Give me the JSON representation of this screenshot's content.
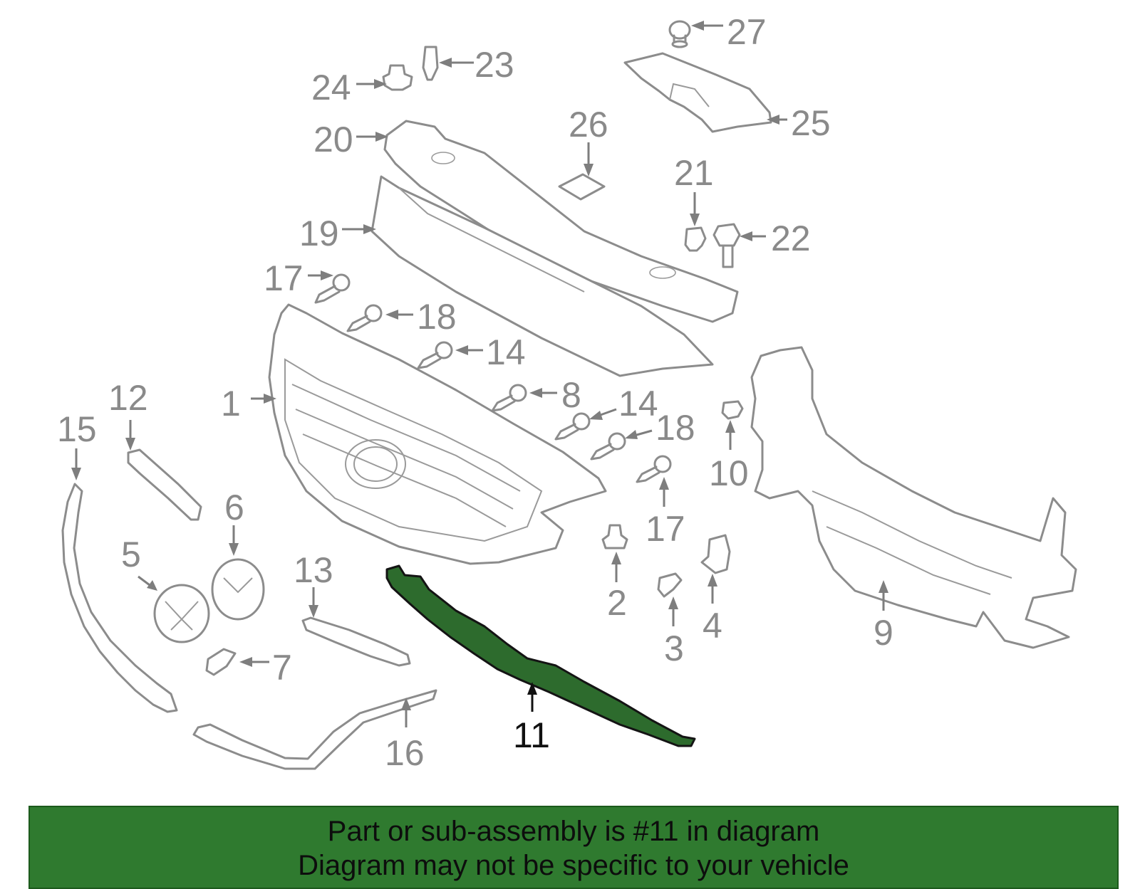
{
  "callouts": {
    "c1": "1",
    "c2": "2",
    "c3": "3",
    "c4": "4",
    "c5": "5",
    "c6": "6",
    "c7": "7",
    "c8": "8",
    "c9": "9",
    "c10": "10",
    "c11": "11",
    "c12": "12",
    "c13": "13",
    "c14a": "14",
    "c14b": "14",
    "c15": "15",
    "c16": "16",
    "c17a": "17",
    "c17b": "17",
    "c18a": "18",
    "c18b": "18",
    "c19": "19",
    "c20": "20",
    "c21": "21",
    "c22": "22",
    "c23": "23",
    "c24": "24",
    "c25": "25",
    "c26": "26",
    "c27": "27"
  },
  "highlighted_part": "11",
  "banner": {
    "line1": "Part or sub-assembly is #11 in diagram",
    "line2": "Diagram may not be specific to your vehicle"
  },
  "colors": {
    "banner_bg": "#2f7a2f",
    "highlight_fill": "#2d6b2d",
    "line_gray": "#8c8c8c"
  }
}
